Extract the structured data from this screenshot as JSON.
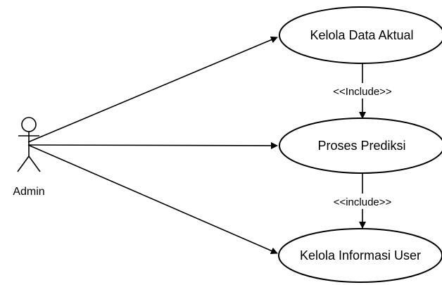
{
  "actor": {
    "name": "Admin"
  },
  "use_cases": {
    "manage_actual_data": "Kelola Data Aktual",
    "prediction_process": "Proses Prediksi",
    "manage_user_info": "Kelola Informasi User"
  },
  "relations": {
    "include_upper": "<<Include>>",
    "include_lower": "<<include>>"
  }
}
